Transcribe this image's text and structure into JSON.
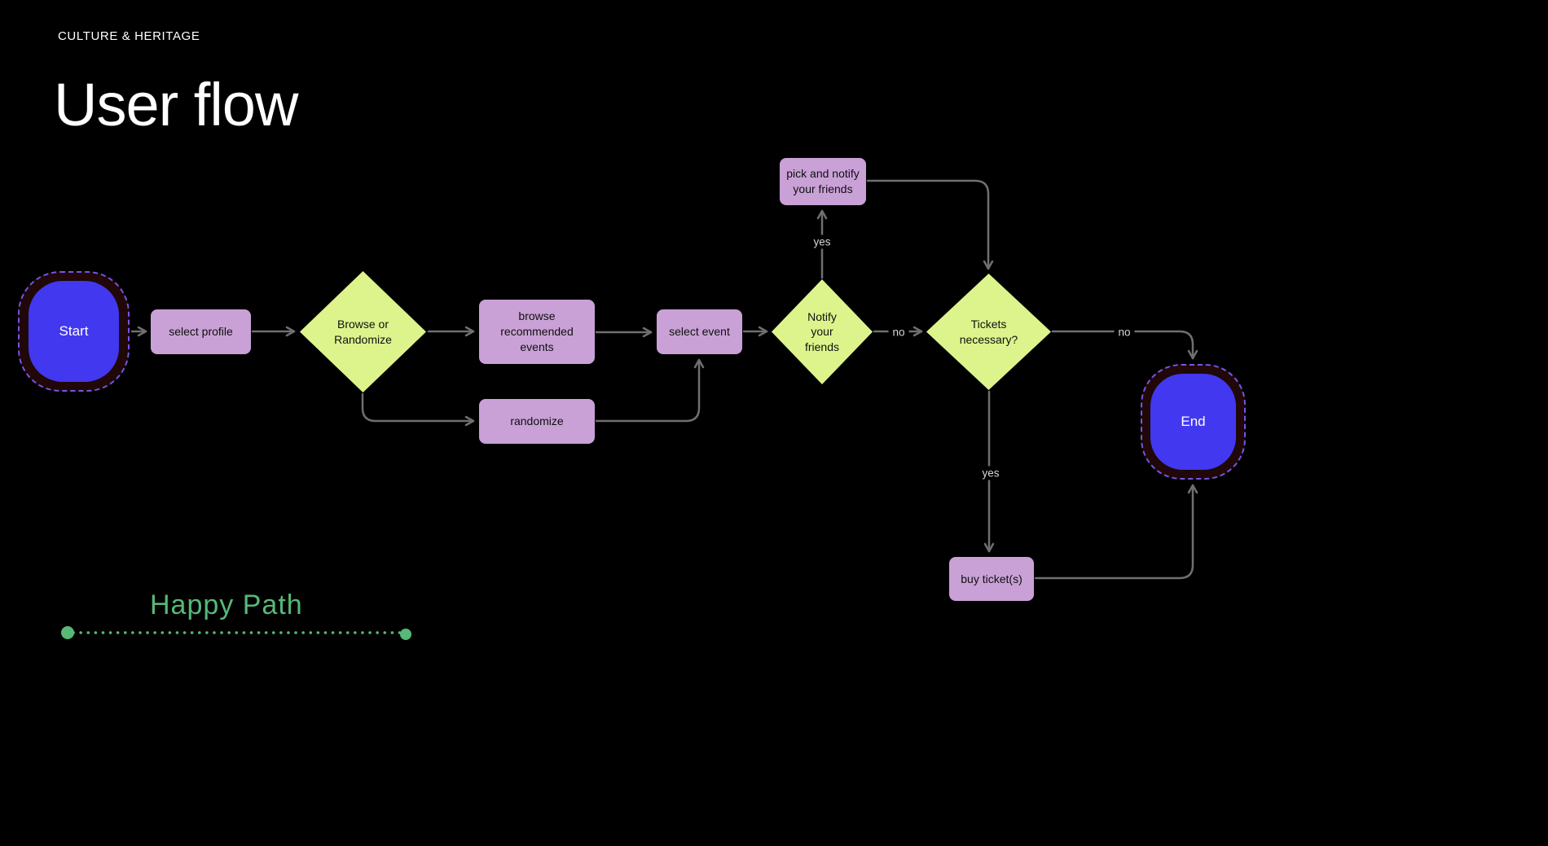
{
  "header": {
    "eyebrow": "CULTURE & HERITAGE",
    "title": "User flow"
  },
  "flow": {
    "nodes": {
      "start": {
        "label": "Start"
      },
      "select_profile": {
        "label": "select profile"
      },
      "browse_or_randomize": {
        "label": "Browse or Randomize"
      },
      "browse_recommended": {
        "label": "browse recommended events"
      },
      "randomize": {
        "label": "randomize"
      },
      "select_event": {
        "label": "select event"
      },
      "notify_friends": {
        "label": "Notify your friends"
      },
      "pick_notify": {
        "label": "pick and notify your friends"
      },
      "tickets_necessary": {
        "label": "Tickets necessary?"
      },
      "buy_tickets": {
        "label": "buy ticket(s)"
      },
      "end": {
        "label": "End"
      }
    },
    "edge_labels": {
      "notify_yes": "yes",
      "notify_no": "no",
      "tickets_no": "no",
      "tickets_yes": "yes"
    }
  },
  "legend": {
    "label": "Happy Path"
  },
  "colors": {
    "background": "#000000",
    "process_fill": "#c9a1d6",
    "decision_fill": "#ddf48c",
    "terminal_fill": "#4238f0",
    "terminal_dashed_border": "#7257e8",
    "connector": "#6f6f6f",
    "legend_green": "#57b877",
    "node_text": "#101010",
    "heading_text": "#ffffff"
  }
}
